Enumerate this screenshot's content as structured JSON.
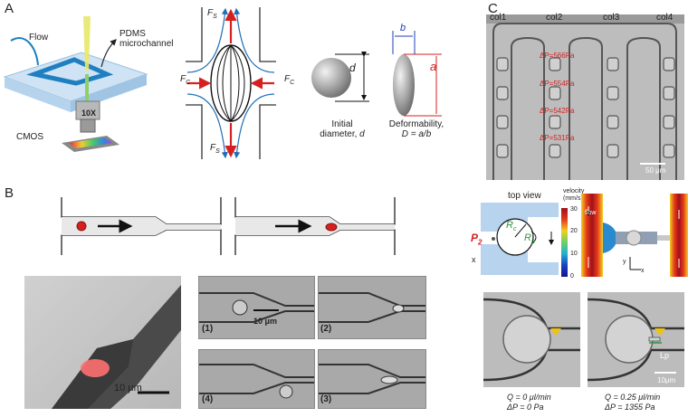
{
  "panels": {
    "a": "A",
    "b": "B",
    "c": "C"
  },
  "a": {
    "flow": "Flow",
    "pdms": "PDMS",
    "microchannel": "microchannel",
    "objective": "10X",
    "cmos": "CMOS",
    "fs_top": "F",
    "fs_sub": "S",
    "fc_sub": "C",
    "d_label": "d",
    "b_label": "b",
    "a_label": "a",
    "initial_line1": "Initial",
    "initial_line2": "diameter,",
    "initial_d": "d",
    "deform_line1": "Deformability,",
    "deform_eq": "D = a/b"
  },
  "b": {
    "scale_3d": "10 μm",
    "scale_micro": "10 μm",
    "frames": [
      "(1)",
      "(2)",
      "(4)",
      "(3)"
    ]
  },
  "c": {
    "cols": [
      "col1",
      "col2",
      "col3",
      "col4"
    ],
    "pressures": [
      "ΔP=566Pa",
      "ΔP=554Pa",
      "ΔP=542Pa",
      "ΔP=531Pa"
    ],
    "scale_top": "50 μm",
    "top_view": "top view",
    "p2": "P",
    "p2_sub": "2",
    "rc": "R",
    "rc_sub": "c",
    "rp": "R",
    "rp_sub": "p",
    "x_axis": "x",
    "velocity_title": [
      "velocity",
      "(mm/s)"
    ],
    "velocity_ticks": [
      "30",
      "20",
      "10",
      "0"
    ],
    "flow": "flow",
    "axis_y": "y",
    "axis_x": "x",
    "lp": "Lp",
    "scale_bottom": "10μm",
    "cond_left": [
      "Q = 0 μl/min",
      "ΔP = 0 Pa"
    ],
    "cond_right": [
      "Q = 0.25 μl/min",
      "ΔP = 1355 Pa"
    ]
  }
}
